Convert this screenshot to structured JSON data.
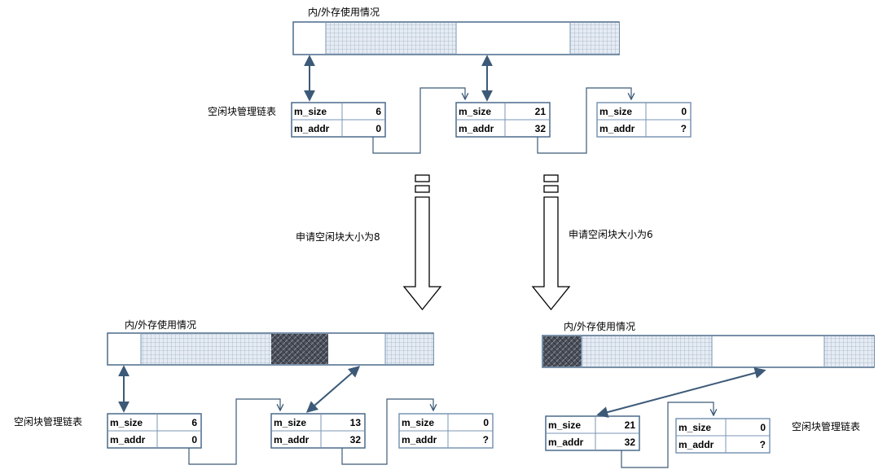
{
  "memory_label": "内/外存使用情况",
  "list_label": "空闲块管理链表",
  "field_size": "m_size",
  "field_addr": "m_addr",
  "request_left": "申请空闲块大小为8",
  "request_right": "申请空闲块大小为6",
  "top_nodes": [
    {
      "size": "6",
      "addr": "0"
    },
    {
      "size": "21",
      "addr": "32"
    },
    {
      "size": "0",
      "addr": "?"
    }
  ],
  "left_nodes": [
    {
      "size": "6",
      "addr": "0"
    },
    {
      "size": "13",
      "addr": "32"
    },
    {
      "size": "0",
      "addr": "?"
    }
  ],
  "right_nodes": [
    {
      "size": "21",
      "addr": "32"
    },
    {
      "size": "0",
      "addr": "?"
    }
  ],
  "colors": {
    "border": "#4a6a8a",
    "cell_border": "#7a96b4",
    "free_fill": "#ffffff",
    "used_fill": "#dde6f0",
    "alloc_fill": "#3a3f4a",
    "arrow": "#3c5a78"
  }
}
